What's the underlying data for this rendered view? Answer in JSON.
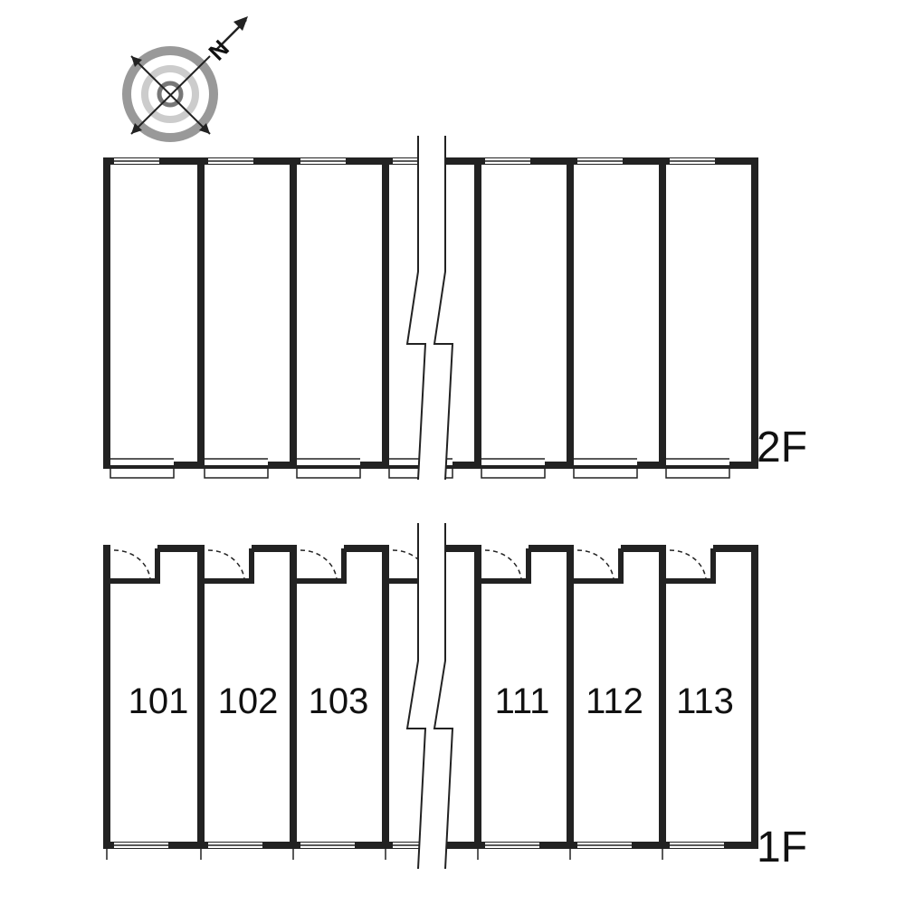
{
  "compass": {
    "label": "N"
  },
  "floors": {
    "upper": {
      "label": "2F"
    },
    "lower": {
      "label": "1F"
    }
  },
  "rooms": [
    "101",
    "102",
    "103",
    "111",
    "112",
    "113"
  ],
  "colors": {
    "wall": "#222222",
    "fill": "#ffffff",
    "compass_ring": "#999999",
    "compass_ring_light": "#cccccc"
  }
}
